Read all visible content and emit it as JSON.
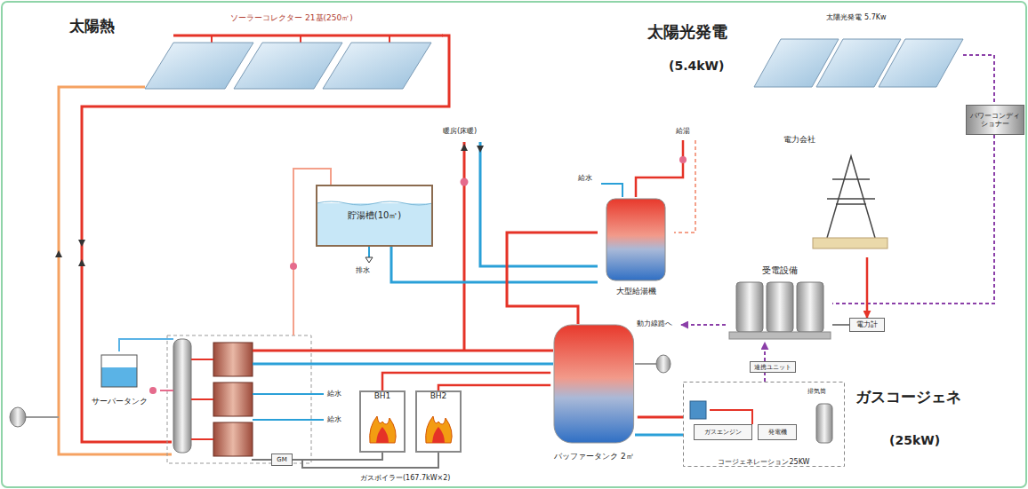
{
  "diagram": {
    "nodes": [
      {
        "text": [
          "ソーラーコレクター 21基(250㎡)"
        ]
      },
      {
        "text": [
          "太陽光発電 5.7Kw"
        ]
      },
      {
        "text": [
          "パワーコンディショナー"
        ]
      },
      {
        "text": [
          "貯湯槽(10㎥)"
        ]
      },
      {
        "text": [
          "大型給湯機"
        ]
      },
      {
        "text": [
          "受電設備"
        ]
      },
      {
        "text": [
          "電力計"
        ]
      },
      {
        "text": [
          "電力会社"
        ]
      },
      {
        "text": [
          "サーバータンク"
        ]
      },
      {
        "text": [
          "BH1"
        ]
      },
      {
        "text": [
          "BH2"
        ]
      },
      {
        "text": [
          "バッファータンク 2㎥"
        ]
      },
      {
        "text": [
          "コージェネレーション25KW"
        ]
      },
      {
        "text": [
          "ガスエンジン"
        ],
        "in": 12
      },
      {
        "text": [
          "発電機"
        ],
        "in": 12
      },
      {
        "text": [
          "連携ユニット"
        ]
      },
      {
        "text": [
          "GM"
        ]
      }
    ],
    "edges": [
      {
        "from": 1,
        "to": 2,
        "arrow": "none"
      },
      {
        "from": 2,
        "to": 5,
        "arrow": "none"
      },
      {
        "from": 7,
        "to": 6,
        "arrow": "to"
      },
      {
        "from": 6,
        "to": 5,
        "arrow": "none"
      },
      {
        "from": 12,
        "to": 15,
        "arrow": "none"
      },
      {
        "from": 15,
        "to": 5,
        "arrow": "to"
      },
      {
        "from": 3,
        "to": 4,
        "arrow": "none"
      },
      {
        "from": 11,
        "to": 4,
        "arrow": "none"
      },
      {
        "from": 9,
        "to": 11,
        "arrow": "none"
      },
      {
        "from": 10,
        "to": 11,
        "arrow": "none"
      },
      {
        "from": 12,
        "to": 11,
        "arrow": "none"
      },
      {
        "from": 16,
        "to": 9,
        "arrow": "none"
      },
      {
        "from": 16,
        "to": 10,
        "arrow": "none"
      }
    ],
    "labels": [
      "太陽熱",
      "太陽光発電",
      "(5.4kW)",
      "暖房(床暖)",
      "給湯",
      "給水",
      "排水",
      "給水",
      "給水",
      "動力線路へ",
      "排気筒",
      "ガスコージェネ",
      "(25kW)",
      "ガスボイラー(167.7kW×2)"
    ]
  }
}
